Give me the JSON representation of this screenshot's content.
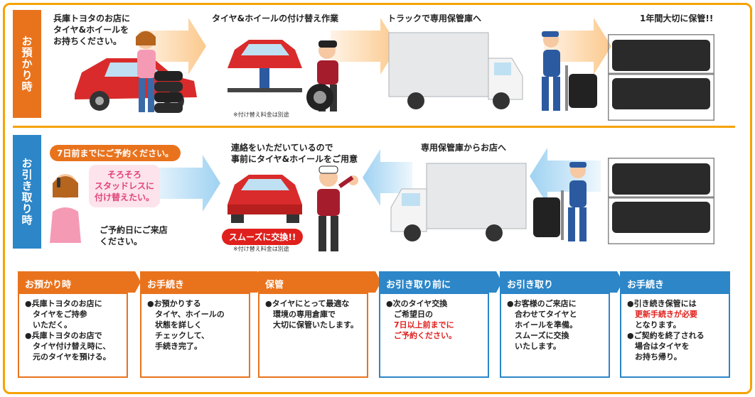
{
  "colors": {
    "orange": "#e9731d",
    "blue": "#2c86c8",
    "yellow": "#f5a300",
    "red": "#e0201d",
    "pink": "#e0457a"
  },
  "row1": {
    "tab": "お預かり時",
    "steps": [
      {
        "text": "兵庫トヨタのお店に\nタイヤ&ホイールを\nお持ちください。"
      },
      {
        "text": "タイヤ&ホイールの付け替え作業",
        "note": "※付け替え料金は別途"
      },
      {
        "text": "トラックで専用保管庫へ"
      },
      {
        "text": "1年間大切に保管!!"
      }
    ]
  },
  "row2": {
    "tab": "お引き取り時",
    "reserve_pill": "7日前までにご予約ください。",
    "bubble": "そろそろ\nスタッドレスに\n付け替えたい。",
    "visit": "ご予約日にご来店\nください。",
    "prepare": "連絡をいただいているので\n事前にタイヤ&ホイールをご用意",
    "smooth_pill": "スムーズに交換!!",
    "note": "※付け替え料金は別途",
    "to_store": "専用保管庫からお店へ"
  },
  "boxes": [
    {
      "title": "お預かり時",
      "items": [
        "●兵庫トヨタのお店に\n　タイヤをご持参\n　いただく。",
        "●兵庫トヨタのお店で\n　タイヤ付け替え時に、\n　元のタイヤを預ける。"
      ]
    },
    {
      "title": "お手続き",
      "items": [
        "●お預かりする\n　タイヤ、ホイールの\n　状態を詳しく\n　チェックして、\n　手続き完了。"
      ]
    },
    {
      "title": "保管",
      "items": [
        "●タイヤにとって最適な\n　環境の専用倉庫で\n　大切に保管いたします。"
      ]
    },
    {
      "title": "お引き取り前に",
      "item_a": "●次のタイヤ交換\n　ご希望日の",
      "item_red": "　7日以上前までに\n　ご予約ください。"
    },
    {
      "title": "お引き取り",
      "items": [
        "●お客様のご来店に\n　合わせてタイヤと\n　ホイールを準備。\n　スムーズに交換\n　いたします。"
      ]
    },
    {
      "title": "お手続き",
      "item_a": "●引き続き保管には",
      "item_red": "　更新手続きが必要",
      "item_b": "　となります。",
      "item_c": "●ご契約を終了される\n　場合はタイヤを\n　お持ち帰り。"
    }
  ]
}
